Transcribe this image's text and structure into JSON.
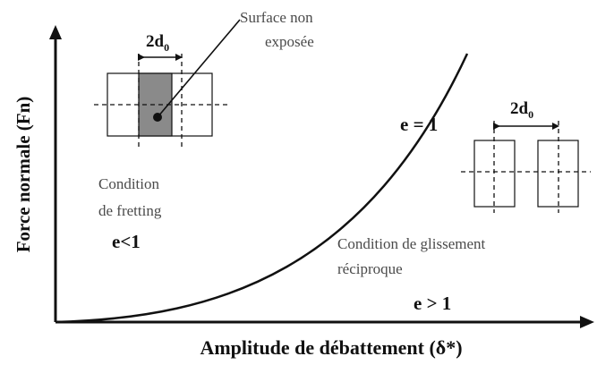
{
  "axes": {
    "x_label": "Amplitude de débattement (δ*)",
    "y_label": "Force normale (Fn)"
  },
  "curve_label": "e = 1",
  "fretting": {
    "dimension_label": "2d",
    "dimension_subscript": "0",
    "callout_line1": "Surface non",
    "callout_line2": "exposée",
    "condition_line1": "Condition",
    "condition_line2": "de fretting",
    "e_label": "e<1",
    "unexposed_fill": "#8a8a8a"
  },
  "sliding": {
    "dimension_label": "2d",
    "dimension_subscript": "0",
    "condition_line1": "Condition de glissement",
    "condition_line2": "réciproque",
    "e_label": "e > 1"
  },
  "colors": {
    "ink": "#111111",
    "label_gray": "#4a4a4a"
  }
}
